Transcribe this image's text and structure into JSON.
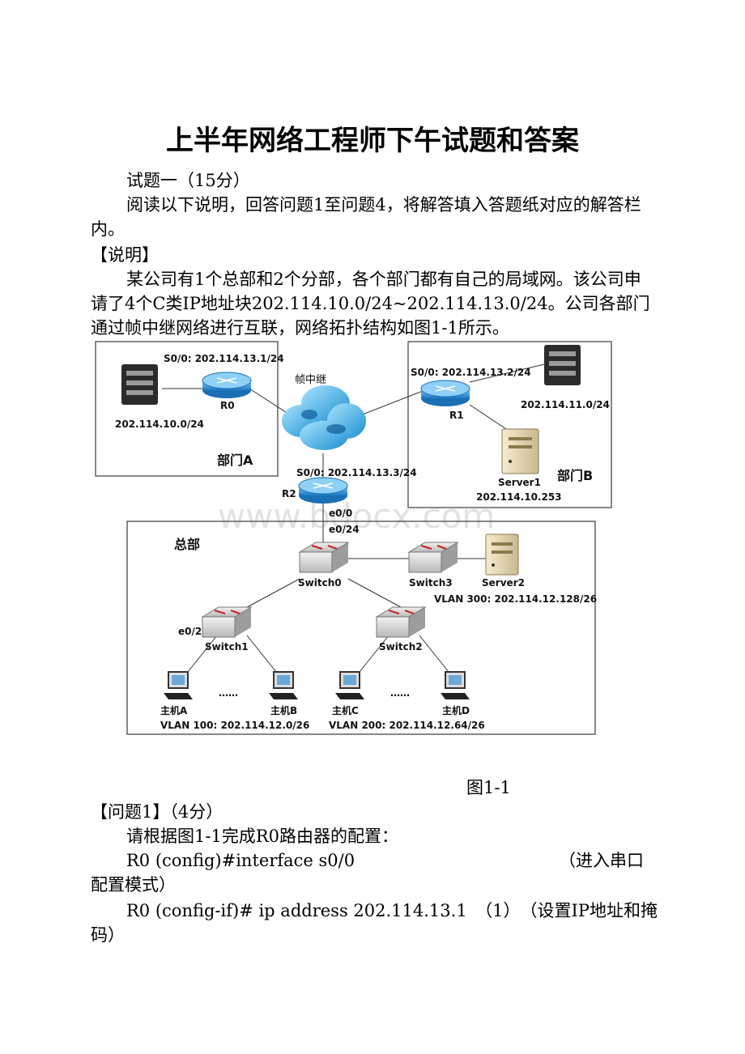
{
  "title": "上半年网络工程师下午试题和答案",
  "q1_header": "试题一（15分）",
  "intro": "阅读以下说明，回答问题1至问题4，将解答填入答题纸对应的解答栏内。",
  "note_header": "【说明】",
  "note_text": "某公司有1个总部和2个分部，各个部门都有自己的局域网。该公司申请了4个C类IP地址块202.114.10.0/24~202.114.13.0/24。公司各部门通过帧中继网络进行互联，网络拓扑结构如图1-1所示。",
  "diagram": {
    "frame_relay": "帧中继",
    "deptA": {
      "title": "部门A",
      "r0_ip": "S0/0: 202.114.13.1/24",
      "r0": "R0",
      "net": "202.114.10.0/24"
    },
    "deptB": {
      "title": "部门B",
      "r1_ip": "S0/0: 202.114.13.2/24",
      "r1": "R1",
      "net": "202.114.11.0/24",
      "server1": "Server1",
      "server1_ip": "202.114.10.253"
    },
    "r2_ip": "S0/0: 202.114.13.3/24",
    "r2": "R2",
    "hq": {
      "title": "总部",
      "e00": "e0/0",
      "e024": "e0/24",
      "switch0": "Switch0",
      "switch1": "Switch1",
      "switch2": "Switch2",
      "switch3": "Switch3",
      "server2": "Server2",
      "vlan300": "VLAN 300: 202.114.12.128/26",
      "e02": "e0/2",
      "hostA": "主机A",
      "hostB": "主机B",
      "hostC": "主机C",
      "hostD": "主机D",
      "dots": "……",
      "vlan100": "VLAN 100: 202.114.12.0/26",
      "vlan200": "VLAN 200: 202.114.12.64/26"
    },
    "watermark": "www.bdocx.com"
  },
  "fig_caption": "图1-1",
  "q1_title": "【问题1】（4分）",
  "q1_prompt": "请根据图1-1完成R0路由器的配置：",
  "cmd1": "R0 (config)#interface s0/0",
  "cmd1_note": "（进入串口",
  "cmd1_note2": "配置模式）",
  "cmd2": "R0 (config-if)# ip address 202.114.13.1　（1）　（设置IP地址和掩",
  "cmd2_note2": "码）"
}
